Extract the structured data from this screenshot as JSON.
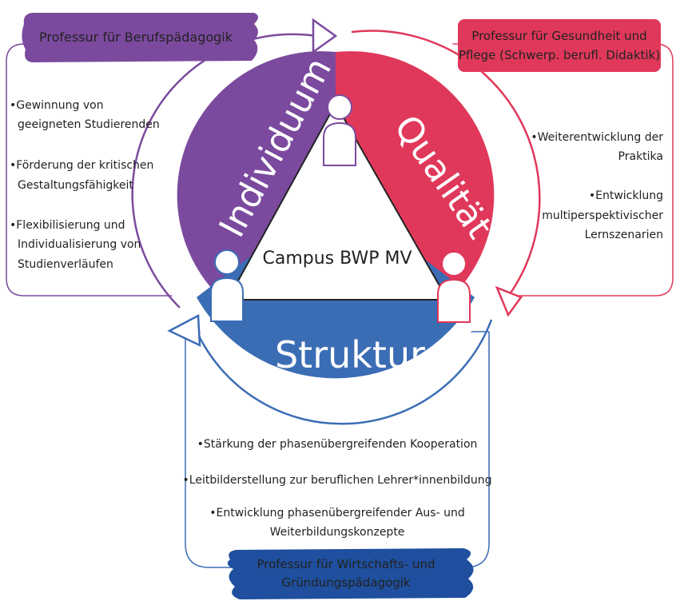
{
  "center": {
    "label": "Campus BWP MV"
  },
  "segments": {
    "individuum": {
      "label": "Individuum",
      "color": "#7b4a9e"
    },
    "qualitaet": {
      "label": "Qualität",
      "color": "#e0385a"
    },
    "struktur": {
      "label": "Struktur",
      "color": "#3b6db5"
    }
  },
  "professorships": {
    "berufspaedagogik": {
      "label": "Professur für Berufspädagogik",
      "color": "#7b4a9e"
    },
    "gesundheit": {
      "line1": "Professur für Gesundheit und",
      "line2": "Pflege (Schwerp. berufl. Didaktik)",
      "color": "#e0385a"
    },
    "wirtschaft": {
      "line1": "Professur für Wirtschafts- und",
      "line2": "Gründungspädagogik",
      "color": "#1f4f9e"
    }
  },
  "left_points": [
    {
      "line1": "•Gewinnung von",
      "line2": "geeigneten Studierenden"
    },
    {
      "line1": "•Förderung der kritischen",
      "line2": "Gestaltungsfähigkeit"
    },
    {
      "line1": "•Flexibilisierung und",
      "line2": "Individualisierung von",
      "line3": "Studienverläufen"
    }
  ],
  "right_points": [
    {
      "line1": "•Weiterentwicklung der",
      "line2": "Praktika"
    },
    {
      "line1": "•Entwicklung",
      "line2": "multiperspektivischer",
      "line3": "Lernszenarien"
    }
  ],
  "bottom_points": [
    {
      "line1": "•Stärkung der phasenübergreifenden Kooperation"
    },
    {
      "line1": "•Leitbilderstellung zur beruflichen Lehrer*innenbildung"
    },
    {
      "line1": "•Entwicklung phasenübergreifender Aus- und",
      "line2": "Weiterbildungskonzepte"
    }
  ]
}
